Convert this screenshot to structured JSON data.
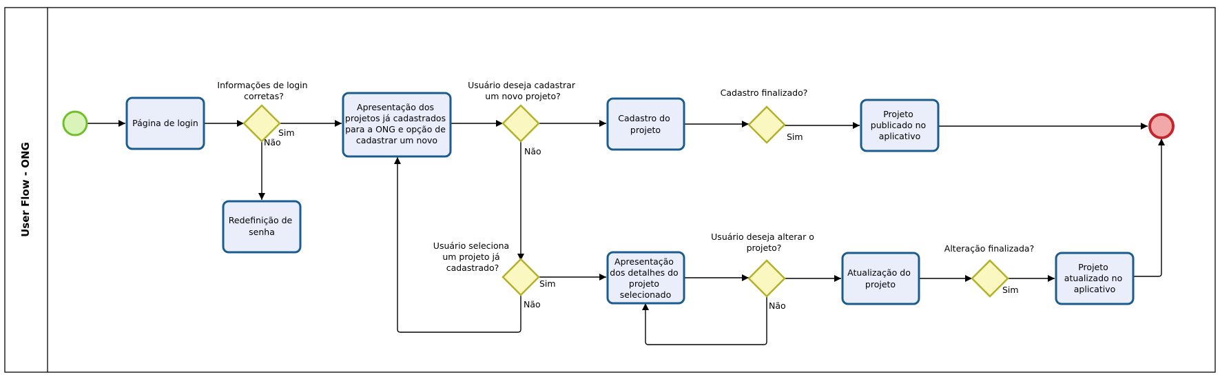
{
  "pool": {
    "title": "User Flow - ONG"
  },
  "tasks": {
    "login": [
      "Página de login"
    ],
    "reset": [
      "Redefinição de",
      "senha"
    ],
    "list": [
      "Apresentação dos",
      "projetos já cadastrados",
      "para a ONG e opção de",
      "cadastrar um novo"
    ],
    "register": [
      "Cadastro do",
      "projeto"
    ],
    "published": [
      "Projeto",
      "publicado no",
      "aplicativo"
    ],
    "details": [
      "Apresentação",
      "dos detalhes do",
      "projeto",
      "selecionado"
    ],
    "update": [
      "Atualização do",
      "projeto"
    ],
    "updated": [
      "Projeto",
      "atualizado no",
      "aplicativo"
    ]
  },
  "gateways": {
    "g1": [
      "Informações de login",
      "corretas?"
    ],
    "g2": [
      "Usuário deseja cadastrar",
      "um novo projeto?"
    ],
    "g3": [
      "Cadastro finalizado?"
    ],
    "g4": [
      "Usuário seleciona",
      "um projeto já",
      "cadastrado?"
    ],
    "g5": [
      "Usuário deseja alterar o",
      "projeto?"
    ],
    "g6": [
      "Alteração finalizada?"
    ]
  },
  "flow_labels": {
    "g1_yes": "Sim",
    "g1_no": "Não",
    "g2_no": "Não",
    "g3_yes": "Sim",
    "g4_yes": "Sim",
    "g4_no": "Não",
    "g5_no": "Não",
    "g6_yes": "Sim"
  },
  "colors": {
    "task_fill": "#eaeefb",
    "task_border": "#1a5c90",
    "gateway_fill": "#fbf7c0",
    "gateway_border": "#b3b02a",
    "start_fill": "#d9f3b8",
    "start_border": "#6fbf2a",
    "end_fill": "#f2a8a8",
    "end_border": "#c0282e"
  }
}
